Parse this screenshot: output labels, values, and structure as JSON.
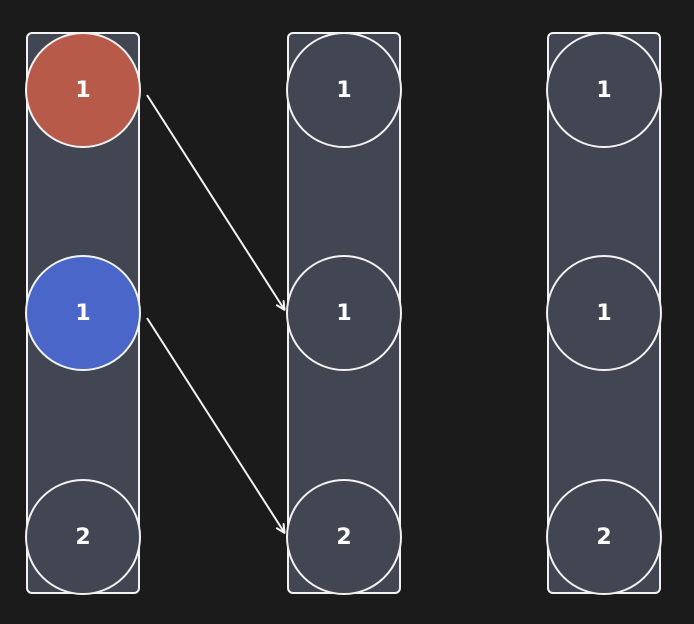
{
  "columns": [
    {
      "nodes": [
        {
          "label": "1",
          "fill": "#b85a4a",
          "highlight": "red"
        },
        {
          "label": "1",
          "fill": "#4a66c8",
          "highlight": "blue"
        },
        {
          "label": "2",
          "fill": "#414652"
        }
      ]
    },
    {
      "nodes": [
        {
          "label": "1",
          "fill": "#414652"
        },
        {
          "label": "1",
          "fill": "#414652"
        },
        {
          "label": "2",
          "fill": "#414652"
        }
      ]
    },
    {
      "nodes": [
        {
          "label": "1",
          "fill": "#414652"
        },
        {
          "label": "1",
          "fill": "#414652"
        },
        {
          "label": "2",
          "fill": "#414652"
        }
      ]
    }
  ],
  "arrows": [
    {
      "from": "column-1 node-1",
      "to": "column-2 node-2"
    },
    {
      "from": "column-1 node-2",
      "to": "column-2 node-3"
    }
  ],
  "colors": {
    "background": "#1b1b1b",
    "column_fill": "#414652",
    "stroke": "#f2f2f2",
    "text": "#ffffff"
  }
}
